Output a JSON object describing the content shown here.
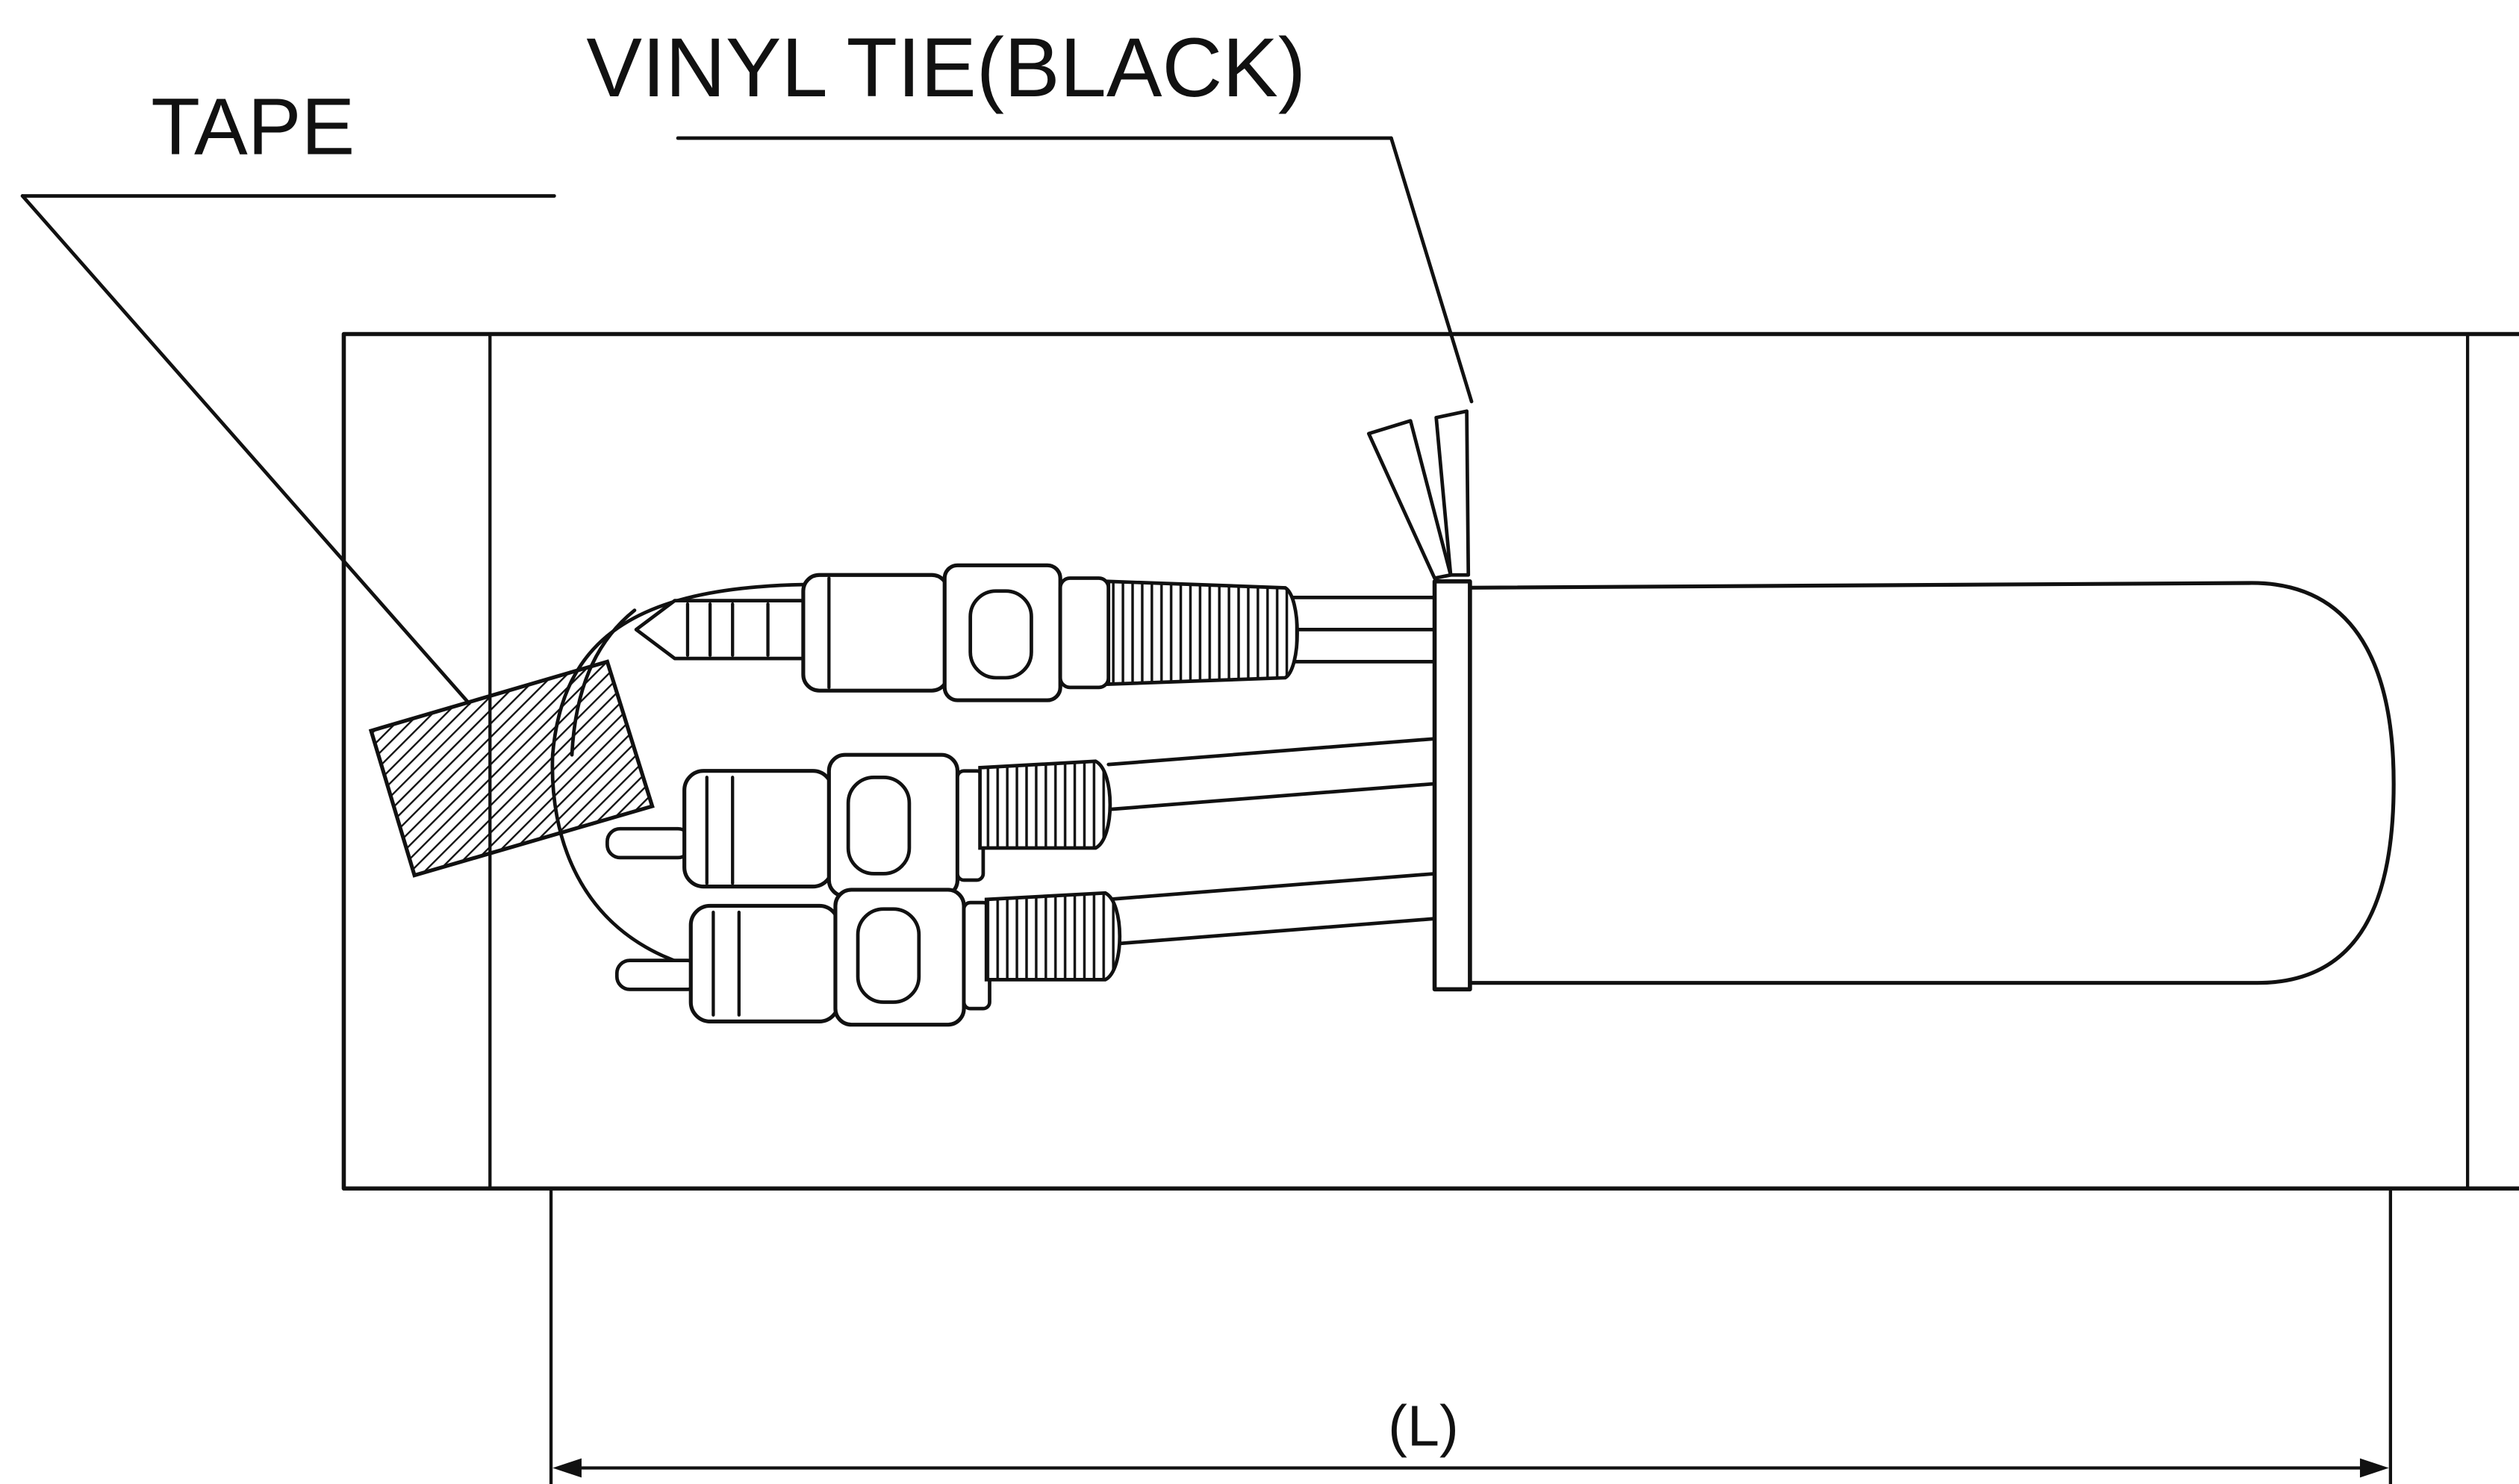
{
  "labels": {
    "tape": "TAPE",
    "vinyl_tie": "VINYL TIE(BLACK)",
    "length": "(L)"
  },
  "colors": {
    "ink": "#111111",
    "paper": "#ffffff"
  }
}
